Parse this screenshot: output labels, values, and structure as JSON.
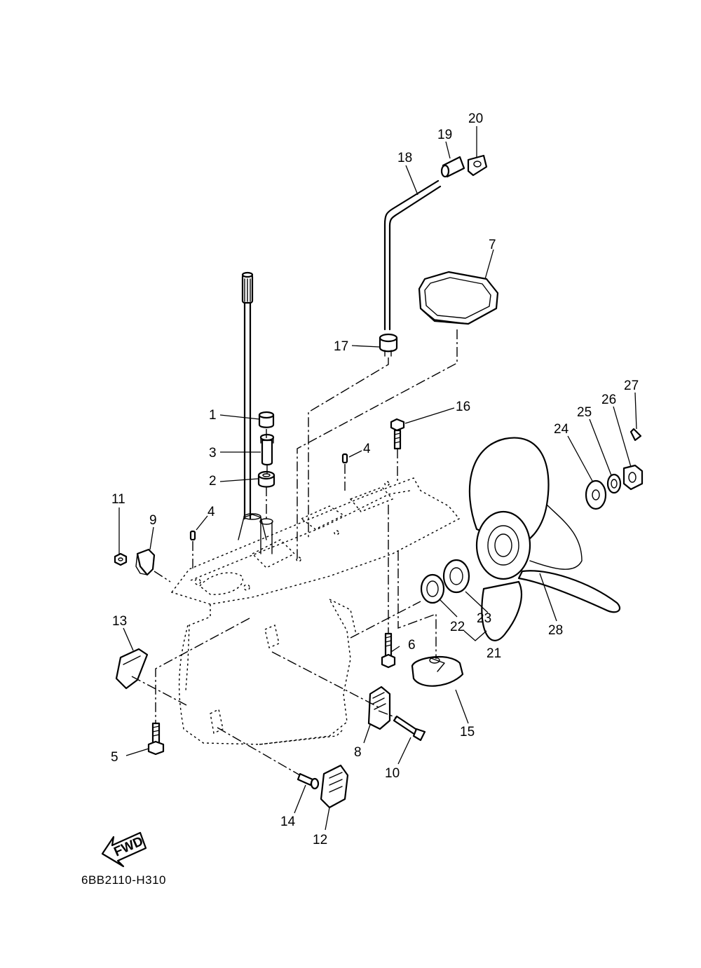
{
  "diagram_code": "6BB2110-H310",
  "direction_label": "FWD",
  "callouts": [
    {
      "id": "c1",
      "text": "1"
    },
    {
      "id": "c2",
      "text": "2"
    },
    {
      "id": "c3",
      "text": "3"
    },
    {
      "id": "c4a",
      "text": "4"
    },
    {
      "id": "c4b",
      "text": "4"
    },
    {
      "id": "c5",
      "text": "5"
    },
    {
      "id": "c6",
      "text": "6"
    },
    {
      "id": "c7",
      "text": "7"
    },
    {
      "id": "c8",
      "text": "8"
    },
    {
      "id": "c9",
      "text": "9"
    },
    {
      "id": "c10",
      "text": "10"
    },
    {
      "id": "c11",
      "text": "11"
    },
    {
      "id": "c12",
      "text": "12"
    },
    {
      "id": "c13",
      "text": "13"
    },
    {
      "id": "c14",
      "text": "14"
    },
    {
      "id": "c15",
      "text": "15"
    },
    {
      "id": "c16",
      "text": "16"
    },
    {
      "id": "c17",
      "text": "17"
    },
    {
      "id": "c18",
      "text": "18"
    },
    {
      "id": "c19",
      "text": "19"
    },
    {
      "id": "c20",
      "text": "20"
    },
    {
      "id": "c21",
      "text": "21"
    },
    {
      "id": "c22",
      "text": "22"
    },
    {
      "id": "c23",
      "text": "23"
    },
    {
      "id": "c24",
      "text": "24"
    },
    {
      "id": "c25",
      "text": "25"
    },
    {
      "id": "c26",
      "text": "26"
    },
    {
      "id": "c27",
      "text": "27"
    },
    {
      "id": "c28",
      "text": "28"
    }
  ]
}
